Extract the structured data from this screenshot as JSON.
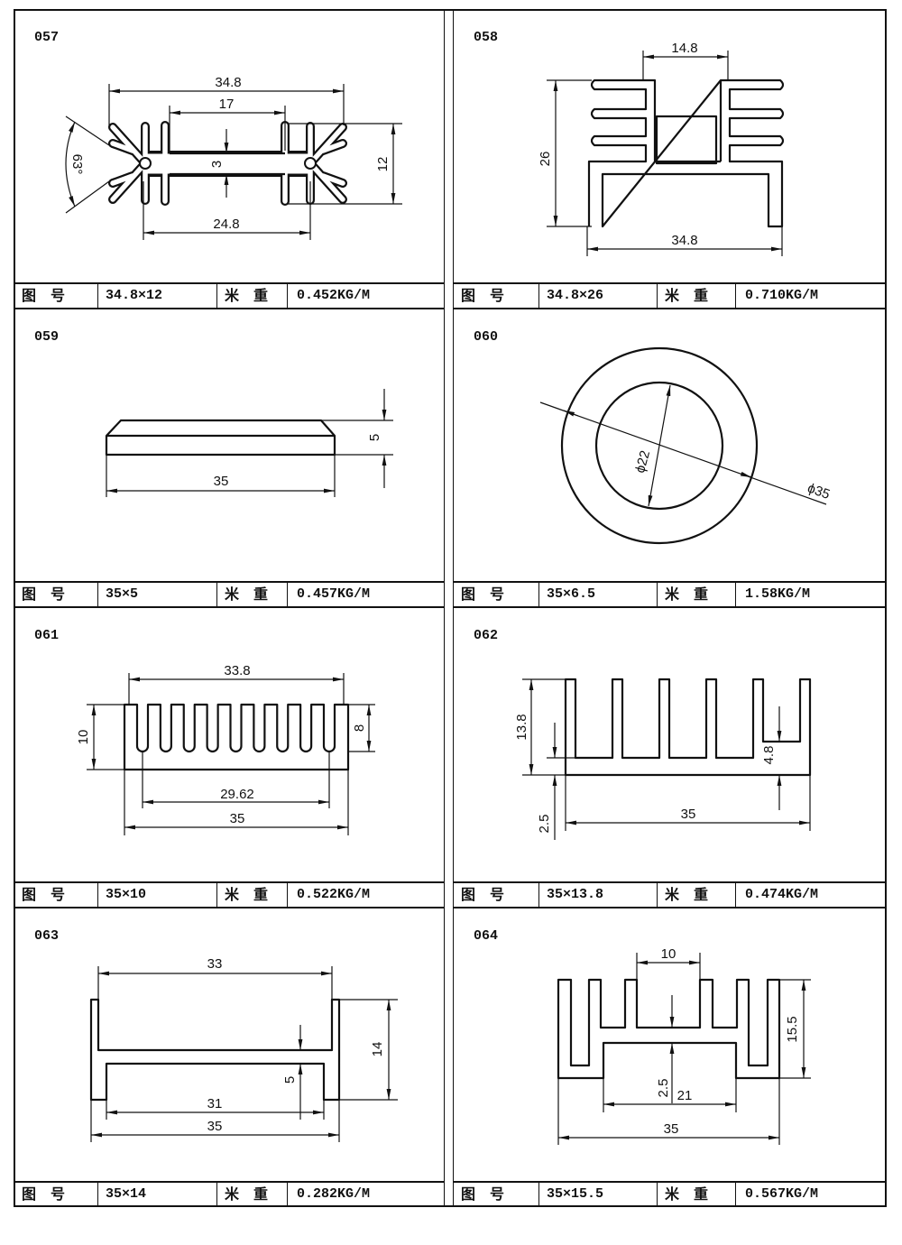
{
  "table_labels": {
    "figure_no": "图　号",
    "unit_weight": "米　重"
  },
  "panels": [
    {
      "id": "057",
      "spec": "34.8×12",
      "weight": "0.452KG/M",
      "dims": {
        "width": "34.8",
        "gap": "17",
        "web": "3",
        "height": "12",
        "base": "24.8",
        "angle": "63°"
      }
    },
    {
      "id": "058",
      "spec": "34.8×26",
      "weight": "0.710KG/M",
      "dims": {
        "top": "14.8",
        "height": "26",
        "width": "34.8"
      }
    },
    {
      "id": "059",
      "spec": "35×5",
      "weight": "0.457KG/M",
      "dims": {
        "height": "5",
        "width": "35"
      }
    },
    {
      "id": "060",
      "spec": "35×6.5",
      "weight": "1.58KG/M",
      "dims": {
        "inner": "ϕ22",
        "outer": "ϕ35"
      }
    },
    {
      "id": "061",
      "spec": "35×10",
      "weight": "0.522KG/M",
      "dims": {
        "top": "33.8",
        "height": "10",
        "fin": "8",
        "inner": "29.62",
        "width": "35"
      }
    },
    {
      "id": "062",
      "spec": "35×13.8",
      "weight": "0.474KG/M",
      "dims": {
        "height": "13.8",
        "base": "2.5",
        "step": "4.8",
        "width": "35"
      }
    },
    {
      "id": "063",
      "spec": "35×14",
      "weight": "0.282KG/M",
      "dims": {
        "top": "33",
        "height": "14",
        "web": "5",
        "inner": "31",
        "width": "35"
      }
    },
    {
      "id": "064",
      "spec": "35×15.5",
      "weight": "0.567KG/M",
      "dims": {
        "slot": "10",
        "height": "15.5",
        "web": "2.5",
        "inner": "21",
        "width": "35"
      }
    }
  ]
}
